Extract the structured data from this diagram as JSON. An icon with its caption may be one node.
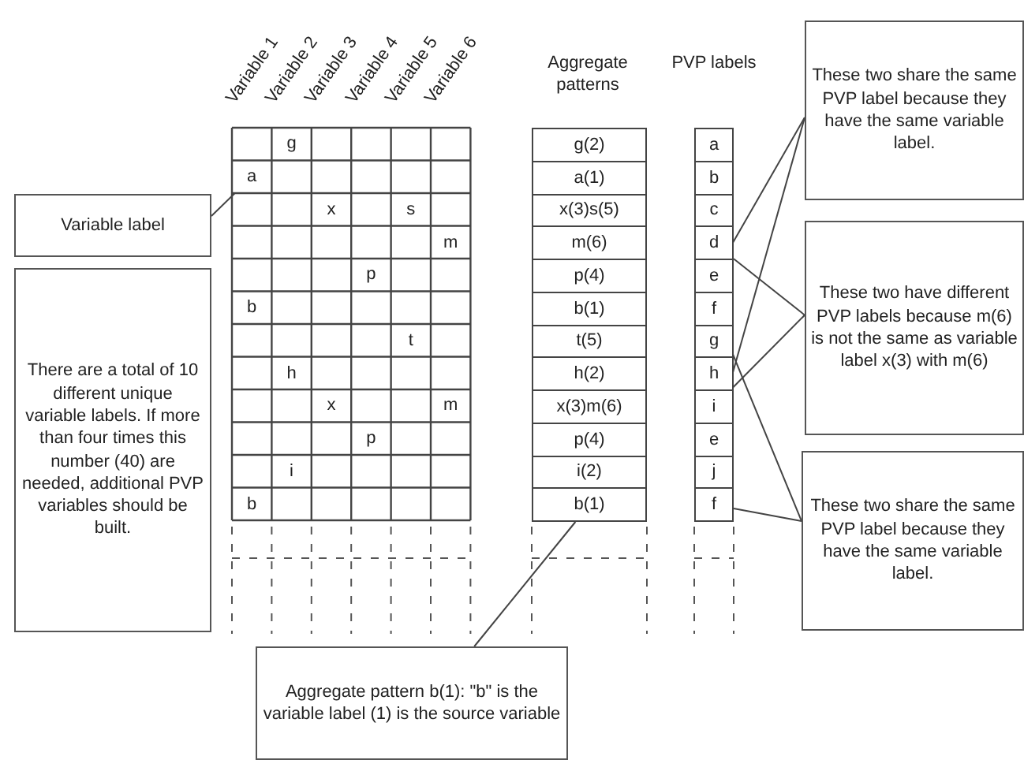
{
  "diagram": {
    "nodes": [
      {
        "text": [
          "Variable label"
        ]
      },
      {
        "text": [
          "There are a total of 10 different unique variable labels. If more than four times this number (40) are needed, additional PVP variables should be built."
        ]
      },
      {
        "text": [
          "g"
        ]
      },
      {
        "text": [
          "a"
        ]
      },
      {
        "text": [
          "x"
        ]
      },
      {
        "text": [
          "s"
        ]
      },
      {
        "text": [
          "m"
        ]
      },
      {
        "text": [
          "p"
        ]
      },
      {
        "text": [
          "b"
        ]
      },
      {
        "text": [
          "t"
        ]
      },
      {
        "text": [
          "h"
        ]
      },
      {
        "text": [
          "x"
        ]
      },
      {
        "text": [
          "m"
        ]
      },
      {
        "text": [
          "p"
        ]
      },
      {
        "text": [
          "i"
        ]
      },
      {
        "text": [
          "b"
        ]
      },
      {
        "text": [
          "g(2)"
        ]
      },
      {
        "text": [
          "a(1)"
        ]
      },
      {
        "text": [
          "x(3)s(5)"
        ]
      },
      {
        "text": [
          "m(6)"
        ]
      },
      {
        "text": [
          "p(4)"
        ]
      },
      {
        "text": [
          "b(1)"
        ]
      },
      {
        "text": [
          "t(5)"
        ]
      },
      {
        "text": [
          "h(2)"
        ]
      },
      {
        "text": [
          "x(3)m(6)"
        ]
      },
      {
        "text": [
          "p(4)"
        ]
      },
      {
        "text": [
          "i(2)"
        ]
      },
      {
        "text": [
          "b(1)"
        ]
      },
      {
        "text": [
          "a"
        ]
      },
      {
        "text": [
          "b"
        ]
      },
      {
        "text": [
          "c"
        ]
      },
      {
        "text": [
          "d"
        ]
      },
      {
        "text": [
          "e"
        ]
      },
      {
        "text": [
          "f"
        ]
      },
      {
        "text": [
          "g"
        ]
      },
      {
        "text": [
          "h"
        ]
      },
      {
        "text": [
          "i"
        ]
      },
      {
        "text": [
          "e"
        ]
      },
      {
        "text": [
          "j"
        ]
      },
      {
        "text": [
          "f"
        ]
      },
      {
        "text": [
          "These two share the same PVP label because they have the same variable label."
        ]
      },
      {
        "text": [
          "These two have different PVP labels because m(6) is not the same as variable label x(3) with m(6)"
        ]
      },
      {
        "text": [
          "These two share the same PVP label because they have the same variable label."
        ]
      },
      {
        "text": [
          "Aggregate pattern b(1): \"b\" is the variable label (1) is the source variable"
        ]
      }
    ],
    "edges": [
      {
        "from": 0,
        "to": 3,
        "arrow": "none"
      },
      {
        "from": 43,
        "to": 27,
        "arrow": "none"
      },
      {
        "from": 40,
        "to": 32,
        "arrow": "none"
      },
      {
        "from": 40,
        "to": 37,
        "arrow": "none"
      },
      {
        "from": 41,
        "to": 31,
        "arrow": "none"
      },
      {
        "from": 41,
        "to": 36,
        "arrow": "none"
      },
      {
        "from": 42,
        "to": 33,
        "arrow": "none"
      },
      {
        "from": 42,
        "to": 39,
        "arrow": "none"
      }
    ],
    "labels": [
      "Variable 1",
      "Variable 2",
      "Variable 3",
      "Variable 4",
      "Variable 5",
      "Variable 6",
      "Aggregate patterns",
      "PVP labels"
    ]
  }
}
